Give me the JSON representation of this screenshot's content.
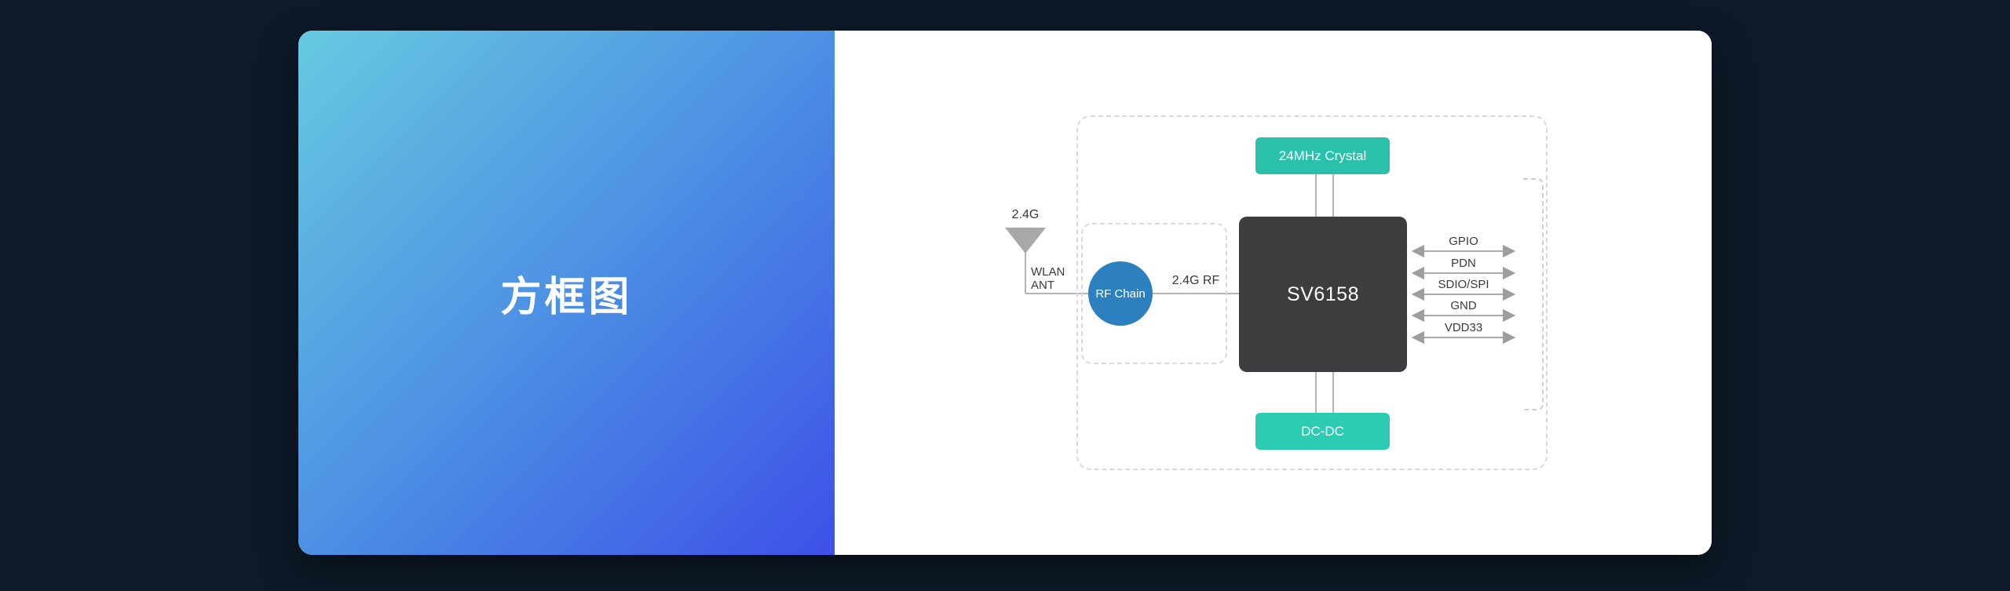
{
  "page": {
    "background": "#0d1a28"
  },
  "card": {
    "title_panel": {
      "title": "方框图",
      "gradient_start": "#67cae0",
      "gradient_end": "#3e50e8"
    },
    "diagram": {
      "blocks": {
        "crystal": {
          "label": "24MHz Crystal",
          "color": "#29c1ac"
        },
        "soc": {
          "label": "SV6158",
          "color": "#3d3d40"
        },
        "rf_chain": {
          "label": "RF Chain",
          "color": "#2d80bf"
        },
        "dcdc": {
          "label": "DC-DC",
          "color": "#2bccb2"
        }
      },
      "labels": {
        "antenna_freq": "2.4G",
        "wlan_line1": "WLAN",
        "wlan_line2": "ANT",
        "rf_link": "2.4G RF"
      },
      "pins": [
        "GPIO",
        "PDN",
        "SDIO/SPI",
        "GND",
        "VDD33"
      ],
      "line_color": "#b5b5b5",
      "arrow_color": "#9e9e9e",
      "antenna_color": "#a8a8a8",
      "dashed_border_color": "#d9d9d9"
    }
  }
}
